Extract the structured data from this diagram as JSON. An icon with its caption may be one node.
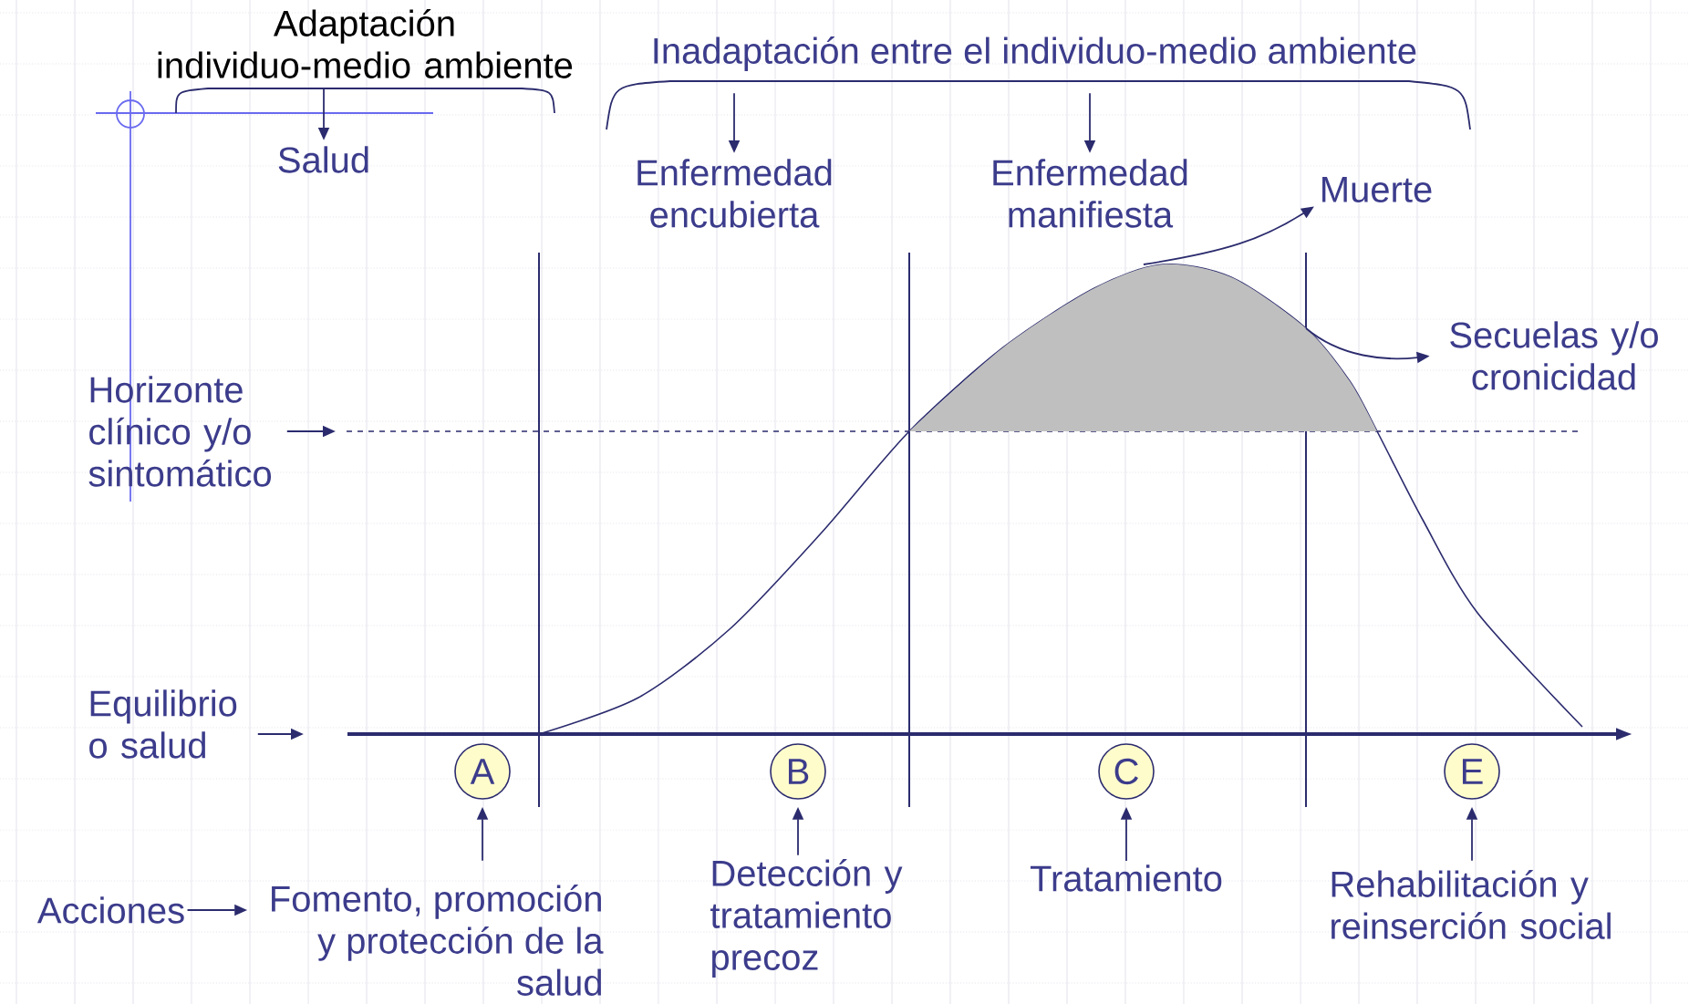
{
  "diagram": {
    "nodes": [
      {
        "text": [
          "Adaptación individuo-medio ambiente"
        ]
      },
      {
        "text": [
          "Inadaptación entre el individuo-medio ambiente"
        ]
      },
      {
        "text": [
          "Salud"
        ]
      },
      {
        "text": [
          "Enfermedad encubierta"
        ]
      },
      {
        "text": [
          "Enfermedad manifiesta"
        ]
      },
      {
        "text": [
          "Muerte"
        ]
      },
      {
        "text": [
          "Secuelas y/o cronicidad"
        ]
      },
      {
        "text": [
          "Horizonte clínico y/o sintomático"
        ]
      },
      {
        "text": [
          "Equilibrio o salud"
        ]
      },
      {
        "text": [
          "A"
        ]
      },
      {
        "text": [
          "B"
        ]
      },
      {
        "text": [
          "C"
        ]
      },
      {
        "text": [
          "E"
        ]
      },
      {
        "text": [
          "Fomento, promoción y protección de la salud"
        ]
      },
      {
        "text": [
          "Detección y tratamiento precoz"
        ]
      },
      {
        "text": [
          "Tratamiento"
        ]
      },
      {
        "text": [
          "Rehabilitación y reinserción social"
        ]
      },
      {
        "text": [
          "Acciones"
        ]
      },
      {
        "text": [],
        "shape": "picture"
      }
    ],
    "edges": [
      {
        "from": 0,
        "to": 2,
        "arrow": "to"
      },
      {
        "from": 1,
        "to": 3,
        "arrow": "to"
      },
      {
        "from": 1,
        "to": 4,
        "arrow": "to"
      },
      {
        "from": 18,
        "to": 5,
        "arrow": "to"
      },
      {
        "from": 18,
        "to": 6,
        "arrow": "to"
      },
      {
        "from": 7,
        "to": null,
        "arrow": "to"
      },
      {
        "from": 8,
        "to": null,
        "arrow": "to"
      },
      {
        "from": 13,
        "to": 9,
        "arrow": "to"
      },
      {
        "from": 14,
        "to": 10,
        "arrow": "to"
      },
      {
        "from": 15,
        "to": 11,
        "arrow": "to"
      },
      {
        "from": 16,
        "to": 12,
        "arrow": "to"
      },
      {
        "from": 17,
        "to": 13,
        "arrow": "to"
      }
    ]
  }
}
